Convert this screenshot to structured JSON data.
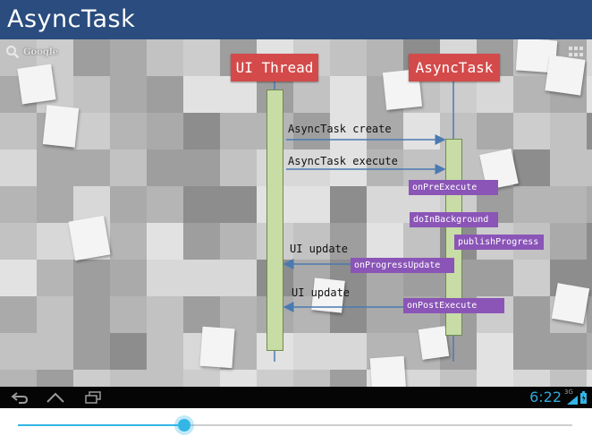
{
  "app": {
    "title": "AsyncTask"
  },
  "launcher": {
    "search_label": "Google",
    "search_icon": "search-icon",
    "apps_icon": "all-apps-icon"
  },
  "diagram": {
    "ui_thread_label": "UI Thread",
    "asynctask_label": "AsyncTask",
    "messages": [
      {
        "label": "AsyncTask create",
        "direction": "to-asynctask"
      },
      {
        "label": "AsyncTask execute",
        "direction": "to-asynctask"
      },
      {
        "label": "UI update",
        "direction": "to-ui"
      },
      {
        "label": "UI update",
        "direction": "to-ui"
      }
    ],
    "callbacks": [
      "onPreExecute",
      "doInBackground",
      "publishProgress",
      "onProgressUpdate",
      "onPostExecute"
    ],
    "colors": {
      "header": "#d44a4a",
      "bar": "#c8dca6",
      "callback": "#8a55b7",
      "arrow": "#4a7ab0"
    }
  },
  "navbar": {
    "back_icon": "back-icon",
    "home_icon": "home-icon",
    "recent_icon": "recent-apps-icon",
    "clock": "6:22",
    "signal_label": "3G",
    "wifi_icon": "wifi-icon",
    "battery_icon": "battery-icon"
  },
  "seekbar": {
    "progress_fraction": 0.3,
    "accent": "#33b5e5"
  }
}
